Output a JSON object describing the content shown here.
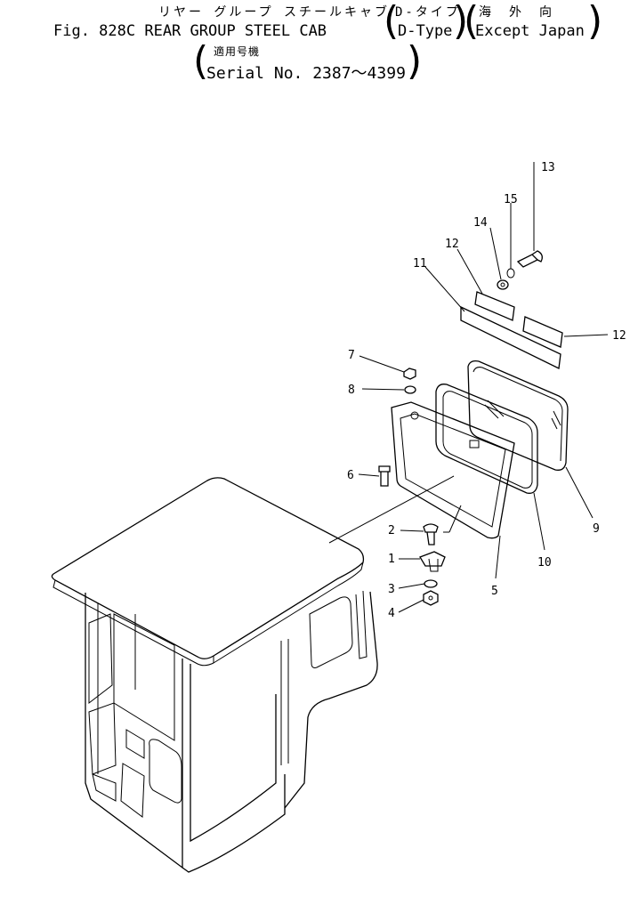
{
  "header": {
    "jp_title": "リヤー グループ スチールキャブ",
    "jp_type": "D-タイプ",
    "jp_region": "海　外　向",
    "fig_label": "Fig. 828C REAR GROUP STEEL CAB",
    "type_label": "D-Type",
    "region_label": "Except Japan",
    "serial_jp": "適用号機",
    "serial_label": "Serial No. 2387～4399"
  },
  "callouts": [
    "1",
    "2",
    "3",
    "4",
    "5",
    "6",
    "7",
    "8",
    "9",
    "10",
    "11",
    "12",
    "12",
    "13",
    "14",
    "15"
  ]
}
